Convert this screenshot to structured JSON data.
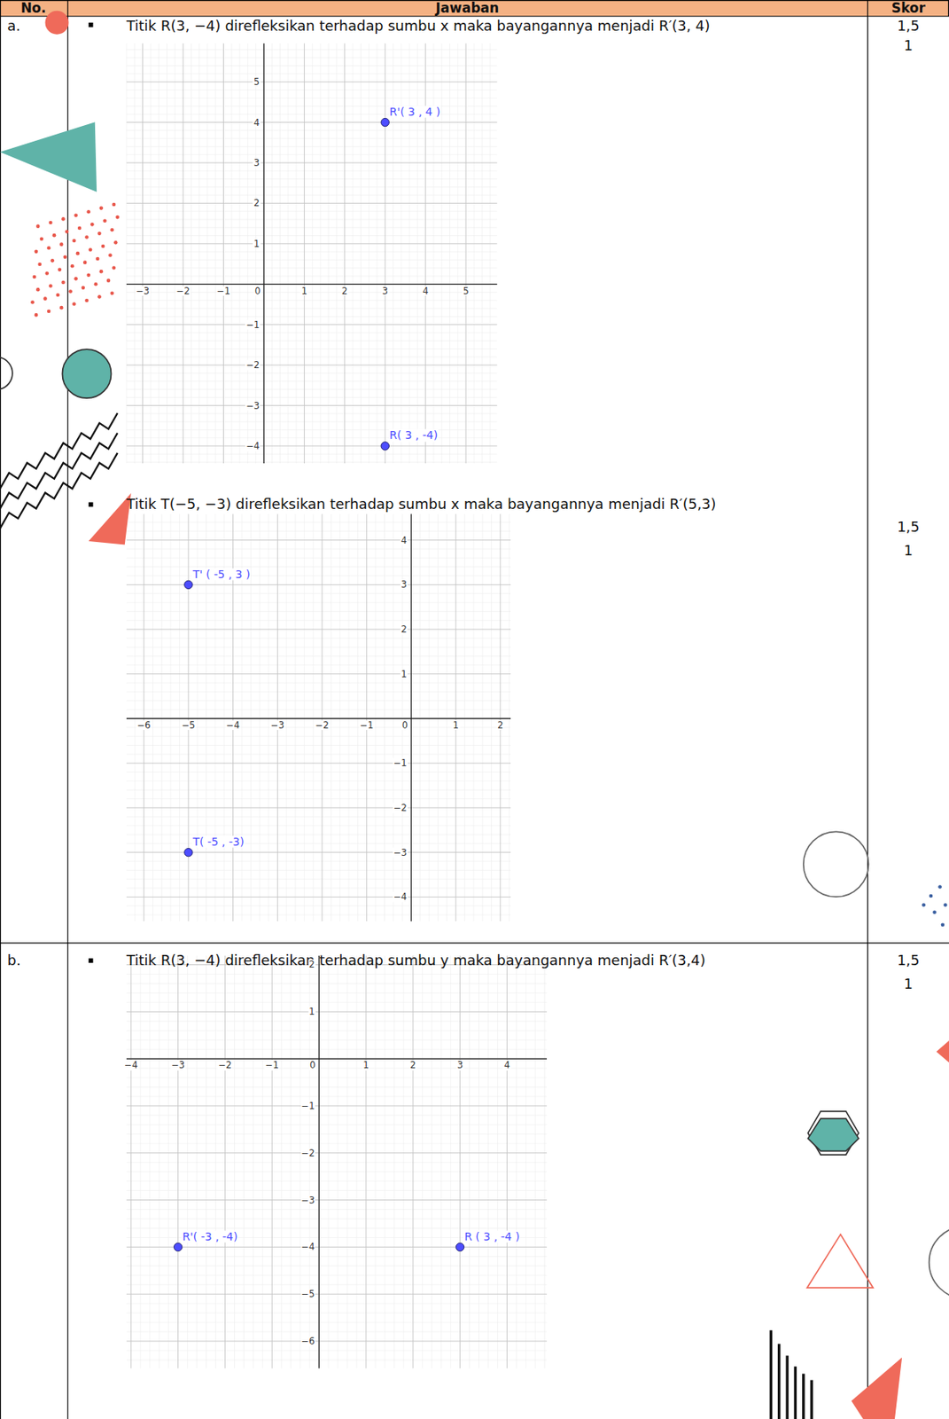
{
  "diagram": {
    "labels": [
      "No.",
      "Jawaban",
      "Skor",
      "a.",
      "Titik R(3, −4) direfleksikan terhadap sumbu x maka bayangannya menjadi R′(3, 4)",
      "1,5",
      "1",
      "5",
      "4",
      "3",
      "2",
      "1",
      "−3",
      "−2",
      "−1",
      "0",
      "1",
      "2",
      "3",
      "4",
      "5",
      "−1",
      "−2",
      "−3",
      "−4",
      "R'( 3 , 4 )",
      "R( 3 , -4)",
      "Titik T(−5, −3) direfleksikan terhadap sumbu x maka bayangannya menjadi R′(5,3)",
      "1,5",
      "1",
      "4",
      "3",
      "2",
      "1",
      "−6",
      "−5",
      "−4",
      "−3",
      "−2",
      "−1",
      "0",
      "1",
      "2",
      "−1",
      "−2",
      "−3",
      "−4",
      "T' ( -5 , 3 )",
      "T( -5 , -3)",
      "b.",
      "Titik R(3, −4) direfleksikan terhadap sumbu y maka bayangannya menjadi R′(3,4)",
      "1,5",
      "1",
      "2",
      "1",
      "−4",
      "−3",
      "−2",
      "−1",
      "0",
      "1",
      "2",
      "3",
      "4",
      "−1",
      "−2",
      "−3",
      "−4",
      "−5",
      "−6",
      "R'( -3 , -4)",
      "R ( 3 , -4 )"
    ]
  }
}
